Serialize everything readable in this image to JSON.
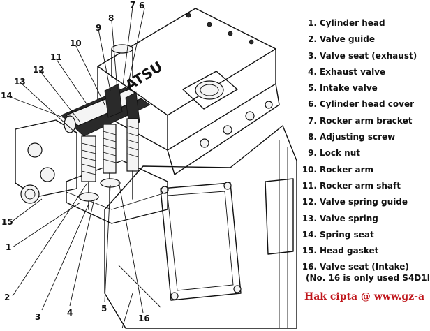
{
  "legend": {
    "items": [
      {
        "num": "1.",
        "label": "Cylinder head"
      },
      {
        "num": "2.",
        "label": "Valve guide"
      },
      {
        "num": "3.",
        "label": "Valve seat (exhaust)"
      },
      {
        "num": "4.",
        "label": "Exhaust valve"
      },
      {
        "num": "5.",
        "label": "Intake valve"
      },
      {
        "num": "6.",
        "label": "Cylinder head cover"
      },
      {
        "num": "7.",
        "label": "Rocker arm bracket"
      },
      {
        "num": "8.",
        "label": "Adjusting screw"
      },
      {
        "num": "9.",
        "label": "Lock nut"
      },
      {
        "num": "10.",
        "label": "Rocker arm"
      },
      {
        "num": "11.",
        "label": "Rocker arm shaft"
      },
      {
        "num": "12.",
        "label": "Valve spring guide"
      },
      {
        "num": "13.",
        "label": "Valve spring"
      },
      {
        "num": "14.",
        "label": "Spring seat"
      },
      {
        "num": "15.",
        "label": "Head gasket"
      },
      {
        "num": "16.",
        "label": "Valve seat (Intake)"
      }
    ],
    "note": "(No. 16 is only used S4D1I"
  },
  "engraving": "ATSU",
  "callouts": [
    "1",
    "2",
    "3",
    "4",
    "5",
    "6",
    "7",
    "8",
    "9",
    "10",
    "11",
    "12",
    "13",
    "14",
    "15",
    "16"
  ],
  "watermark": {
    "text": "Hak cipta @ www.gz-a",
    "color": "#c0161b"
  }
}
